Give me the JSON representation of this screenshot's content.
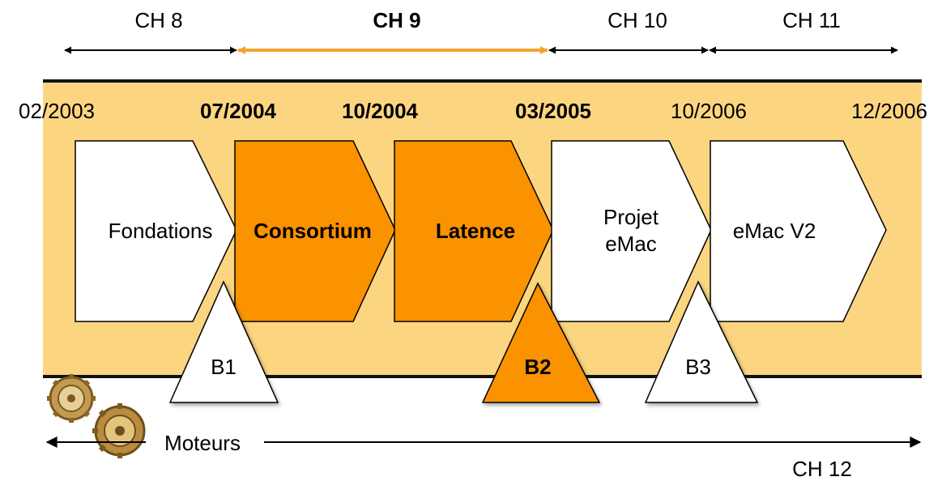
{
  "chapters": [
    {
      "label": "CH 8",
      "bold": false
    },
    {
      "label": "CH 9",
      "bold": true
    },
    {
      "label": "CH 10",
      "bold": false
    },
    {
      "label": "CH 11",
      "bold": false
    },
    {
      "label": "CH 12",
      "bold": false
    }
  ],
  "dates": [
    {
      "label": "02/2003",
      "bold": false
    },
    {
      "label": "07/2004",
      "bold": true
    },
    {
      "label": "10/2004",
      "bold": true
    },
    {
      "label": "03/2005",
      "bold": true
    },
    {
      "label": "10/2006",
      "bold": false
    },
    {
      "label": "12/2006",
      "bold": false
    }
  ],
  "phases": [
    {
      "label_lines": [
        "Fondations"
      ],
      "highlighted": false
    },
    {
      "label_lines": [
        "Consortium"
      ],
      "highlighted": true
    },
    {
      "label_lines": [
        "Latence"
      ],
      "highlighted": true
    },
    {
      "label_lines": [
        "Projet",
        "eMac"
      ],
      "highlighted": false
    },
    {
      "label_lines": [
        "eMac V2"
      ],
      "highlighted": false
    }
  ],
  "milestones": [
    {
      "label": "B1",
      "highlighted": false
    },
    {
      "label": "B2",
      "highlighted": true
    },
    {
      "label": "B3",
      "highlighted": false
    }
  ],
  "engines": {
    "label": "Moteurs",
    "icon": "gears-icon"
  },
  "colors": {
    "band": "#fcd581",
    "highlight": "#fb9200",
    "highlight_arrow": "#f5a12e",
    "neutral_fill": "#ffffff",
    "stroke": "#000000",
    "rail": "#111111"
  }
}
